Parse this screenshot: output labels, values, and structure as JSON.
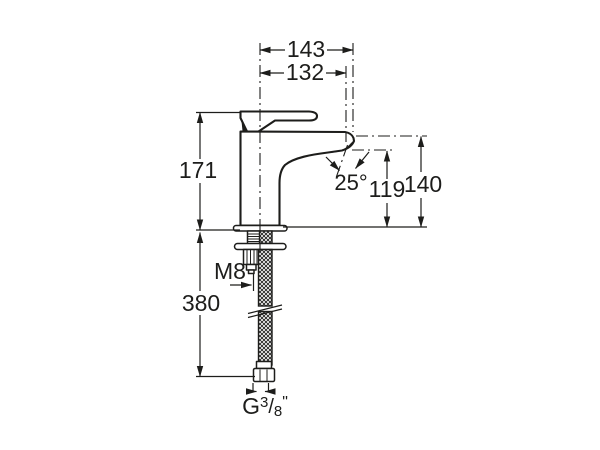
{
  "drawing": {
    "background_color": "#ffffff",
    "line_color": "#1d1d1b",
    "subject": "single-lever basin mixer tap side elevation with mounting stud and flexible supply hose",
    "dims": {
      "total_reach": "143",
      "outlet_reach": "132",
      "total_height": "171",
      "hose_length": "380",
      "outlet_height": "119",
      "spout_height": "140",
      "outlet_angle": "25°",
      "fixing_thread": "M8",
      "supply_thread_base": "G",
      "supply_thread_num": "3",
      "supply_thread_slash": "/",
      "supply_thread_den": "8",
      "supply_thread_unit": "\""
    }
  }
}
